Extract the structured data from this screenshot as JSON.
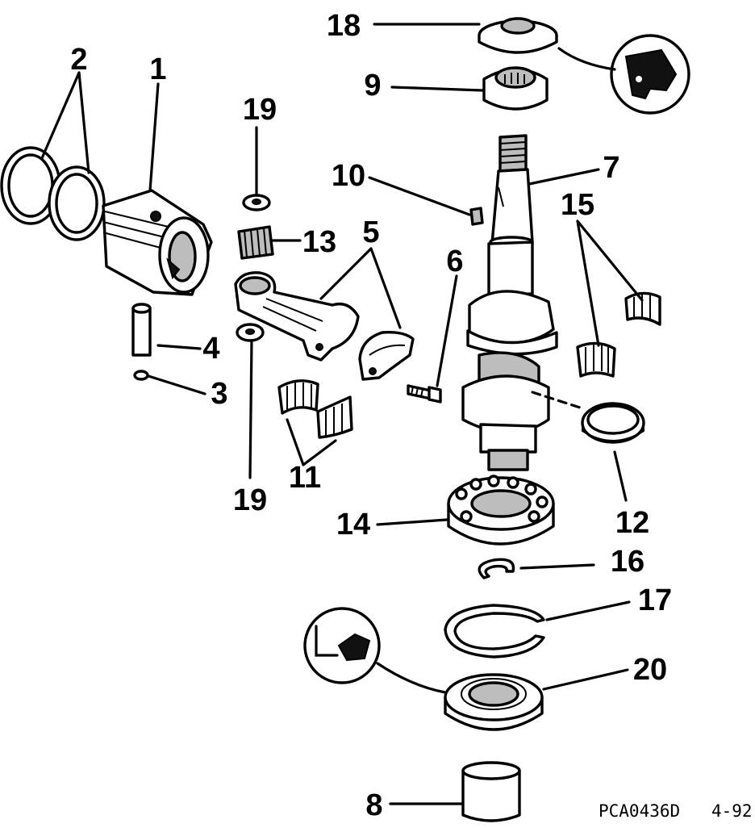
{
  "diagram": {
    "callouts": [
      {
        "id": "1",
        "text": "1"
      },
      {
        "id": "2",
        "text": "2"
      },
      {
        "id": "3",
        "text": "3"
      },
      {
        "id": "4",
        "text": "4"
      },
      {
        "id": "5",
        "text": "5"
      },
      {
        "id": "6",
        "text": "6"
      },
      {
        "id": "7",
        "text": "7"
      },
      {
        "id": "8",
        "text": "8"
      },
      {
        "id": "9",
        "text": "9"
      },
      {
        "id": "10",
        "text": "10"
      },
      {
        "id": "11",
        "text": "11"
      },
      {
        "id": "12",
        "text": "12"
      },
      {
        "id": "13",
        "text": "13"
      },
      {
        "id": "14",
        "text": "14"
      },
      {
        "id": "15",
        "text": "15"
      },
      {
        "id": "16",
        "text": "16"
      },
      {
        "id": "17",
        "text": "17"
      },
      {
        "id": "18",
        "text": "18"
      },
      {
        "id": "19a",
        "text": "19"
      },
      {
        "id": "19b",
        "text": "19"
      },
      {
        "id": "20",
        "text": "20"
      }
    ],
    "drawing_code": "PCA0436D",
    "revision": "4-92"
  }
}
